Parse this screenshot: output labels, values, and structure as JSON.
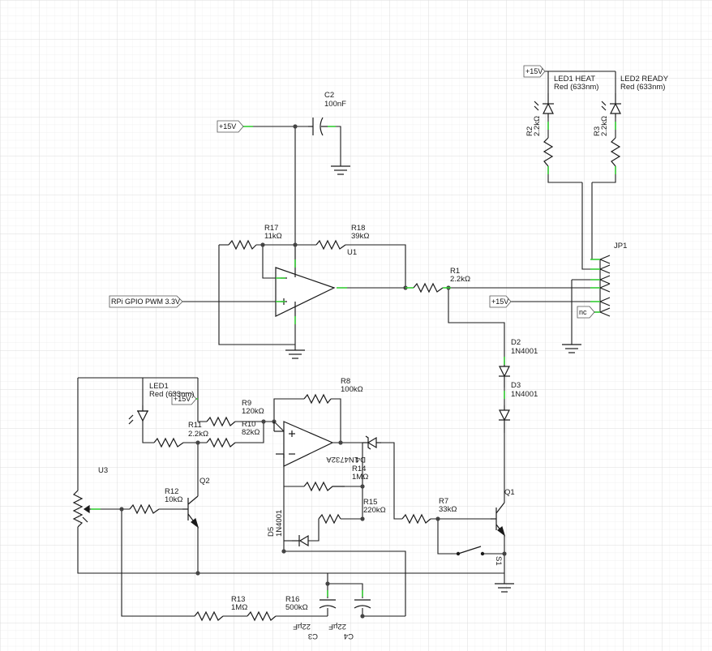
{
  "colors": {
    "wire": "#1a1a1a",
    "pin": "#33cc33",
    "grid_minor": "#ececec",
    "grid_major": "#d8d8d8",
    "dot": "#444444"
  },
  "net_labels": {
    "vcc1": "+15V",
    "vcc2": "+15V",
    "vcc3": "+15V",
    "vcc4": "+15V",
    "gpio": "RPi GPIO PWM 3.3V",
    "nc": "nc"
  },
  "components": {
    "C2": {
      "ref": "C2",
      "value": "100nF"
    },
    "R17": {
      "ref": "R17",
      "value": "11kΩ"
    },
    "R18": {
      "ref": "R18",
      "value": "39kΩ"
    },
    "U1": {
      "ref": "U1"
    },
    "R1": {
      "ref": "R1",
      "value": "2.2kΩ"
    },
    "JP1": {
      "ref": "JP1"
    },
    "LED1H": {
      "ref": "LED1 HEAT",
      "value": "Red (633nm)"
    },
    "LED2R": {
      "ref": "LED2 READY",
      "value": "Red (633nm)"
    },
    "R2": {
      "ref": "R2",
      "value": "2.2kΩ"
    },
    "R3": {
      "ref": "R3",
      "value": "2.2kΩ"
    },
    "D2": {
      "ref": "D2",
      "value": "1N4001"
    },
    "D3": {
      "ref": "D3",
      "value": "1N4001"
    },
    "LED1": {
      "ref": "LED1",
      "value": "Red (633nm)"
    },
    "R11": {
      "ref": "R11",
      "value": "2.2kΩ"
    },
    "R9": {
      "ref": "R9",
      "value": "120kΩ"
    },
    "R10": {
      "ref": "R10",
      "value": "82kΩ"
    },
    "R8": {
      "ref": "R8",
      "value": "100kΩ"
    },
    "D4": {
      "ref": "D4",
      "value": "1N4732A"
    },
    "R14": {
      "ref": "R14",
      "value": "1MΩ"
    },
    "R15": {
      "ref": "R15",
      "value": "220kΩ"
    },
    "D5": {
      "ref": "D5",
      "value": "1N4001"
    },
    "U3": {
      "ref": "U3"
    },
    "R12": {
      "ref": "R12",
      "value": "10kΩ"
    },
    "Q2": {
      "ref": "Q2"
    },
    "R7": {
      "ref": "R7",
      "value": "33kΩ"
    },
    "Q1": {
      "ref": "Q1"
    },
    "S1": {
      "ref": "S1"
    },
    "R13": {
      "ref": "R13",
      "value": "1MΩ"
    },
    "R16": {
      "ref": "R16",
      "value": "500kΩ"
    },
    "C3": {
      "ref": "C3",
      "value": "22µF"
    },
    "C4": {
      "ref": "C4",
      "value": "22µF"
    }
  }
}
